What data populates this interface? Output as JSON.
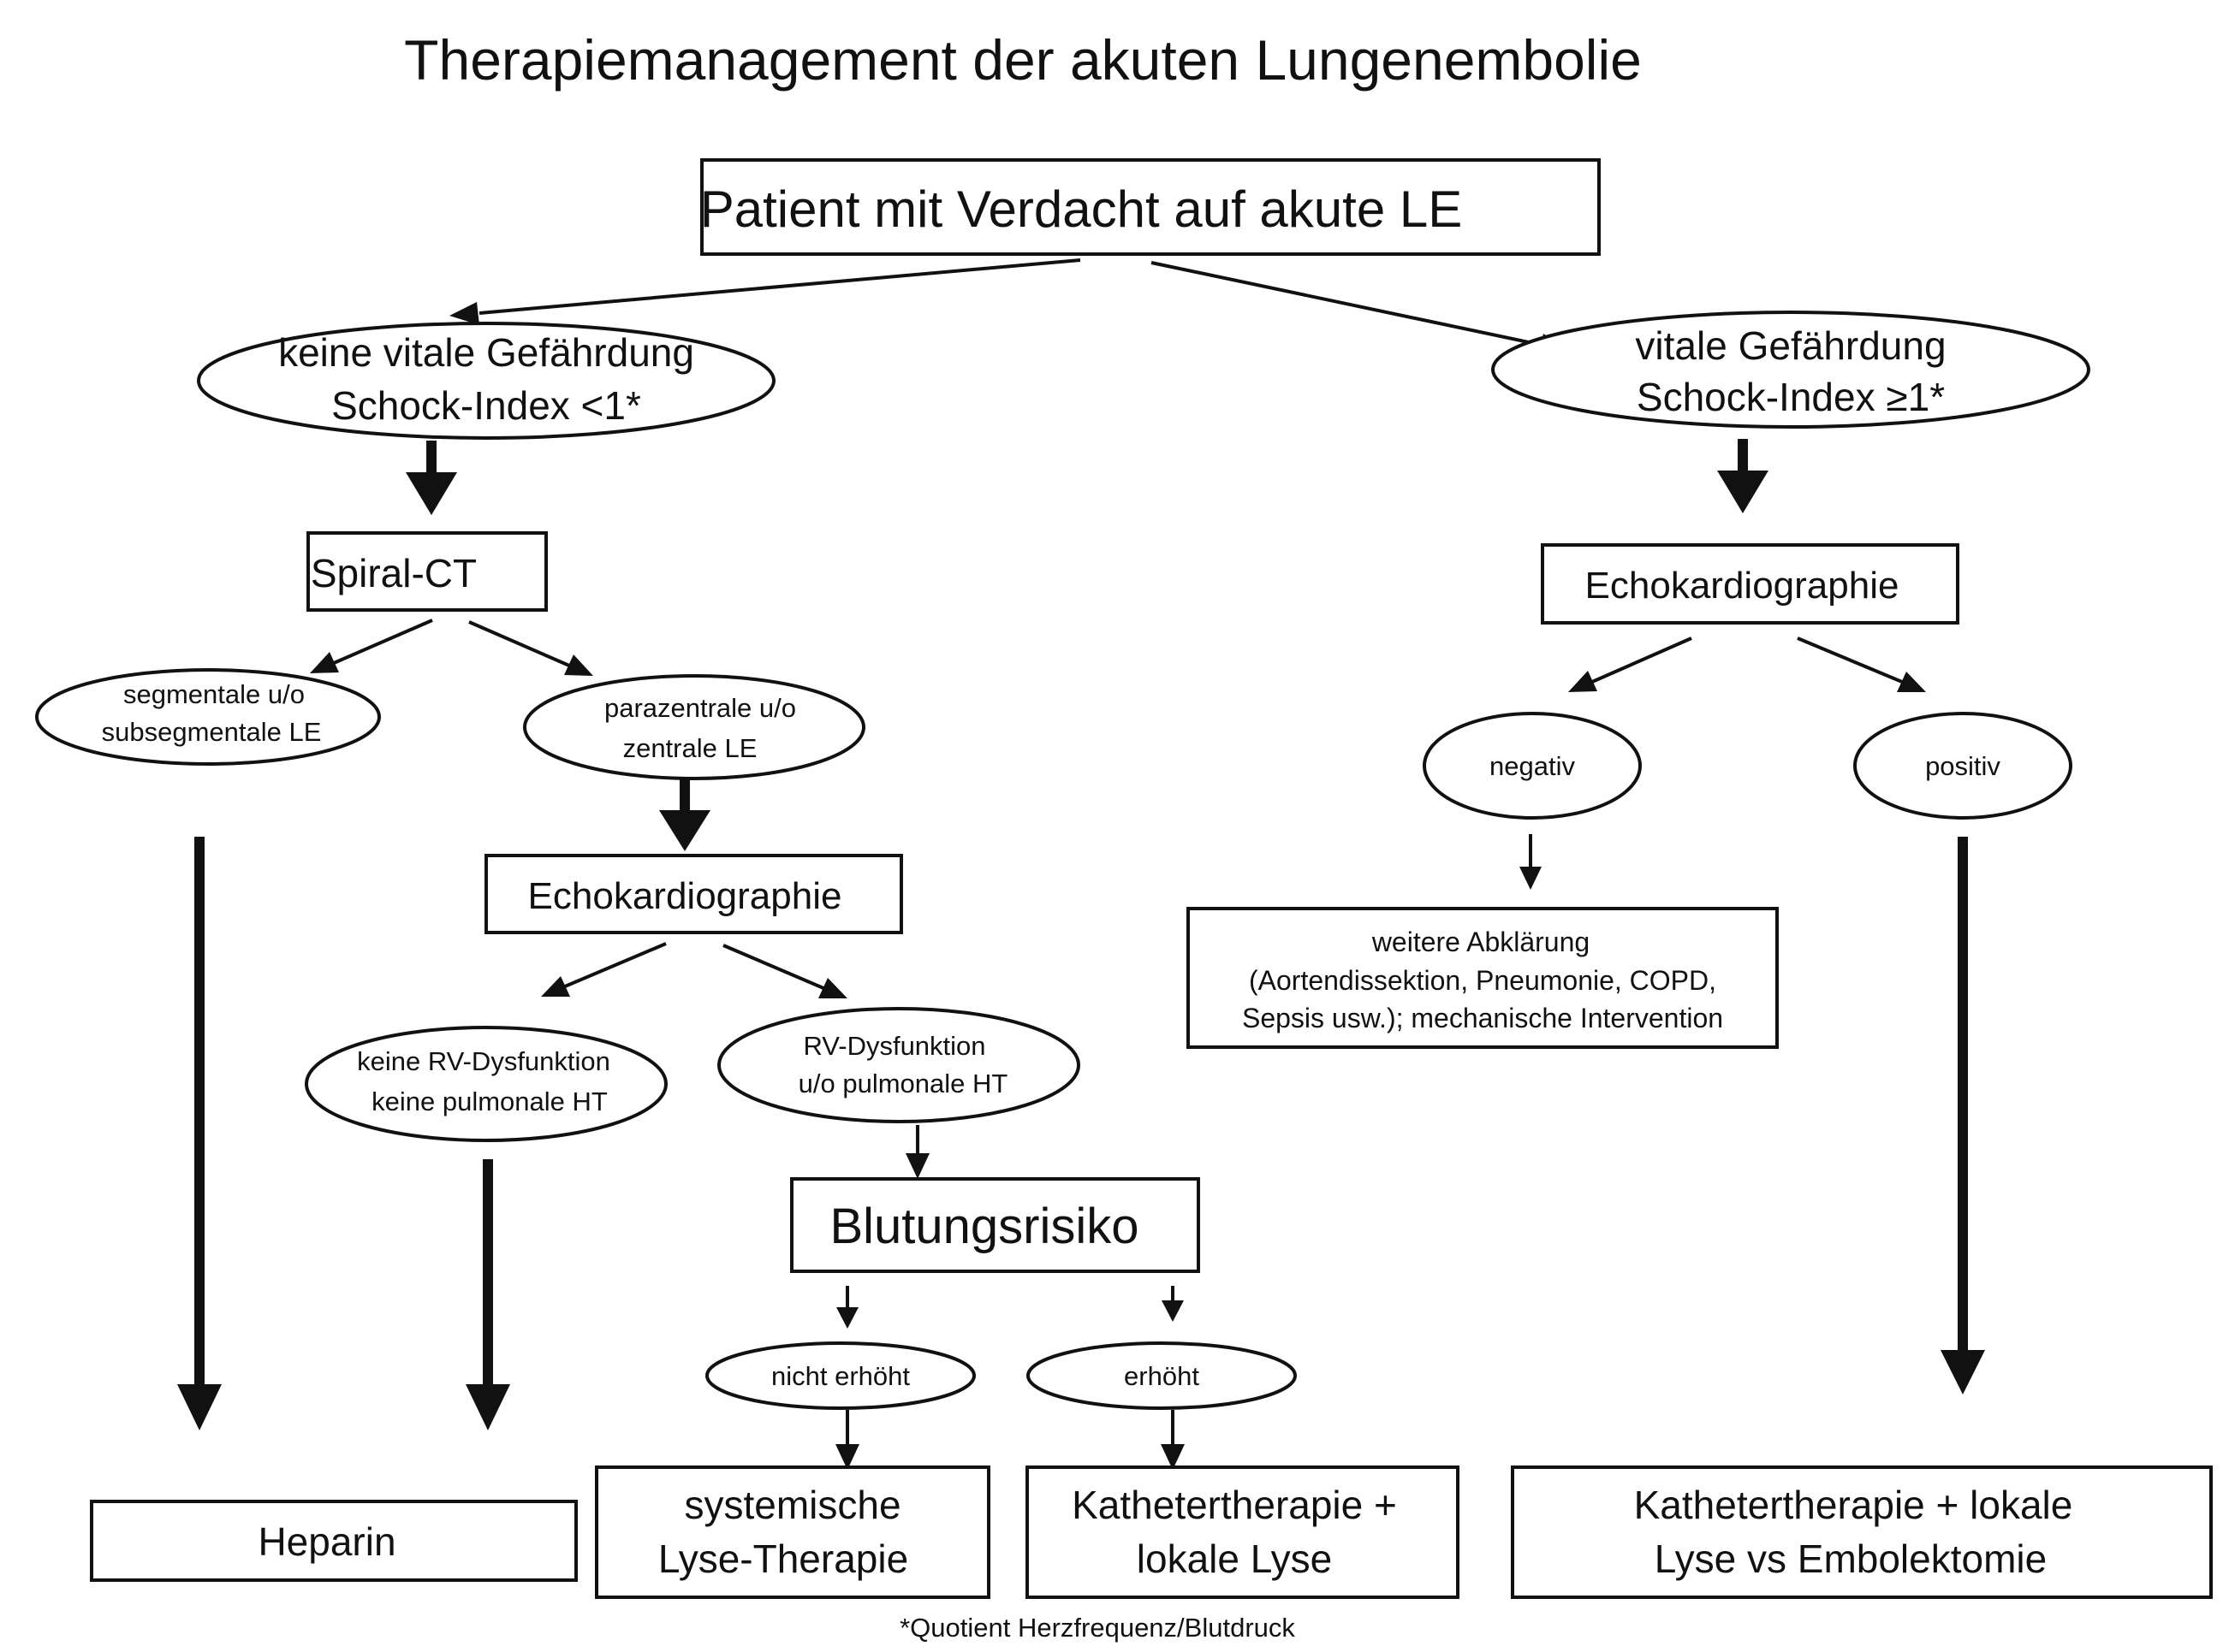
{
  "title": "Therapiemanagement der akuten Lungenembolie",
  "footnote": "*Quotient Herzfrequenz/Blutdruck",
  "nodes": {
    "start": [
      "Patient mit Verdacht auf akute LE"
    ],
    "no_vital_risk": [
      "keine vitale Gefährdung",
      "Schock-Index <1*"
    ],
    "vital_risk": [
      "vitale Gefährdung",
      "Schock-Index ≥1*"
    ],
    "spiral_ct": [
      "Spiral-CT"
    ],
    "segmental": [
      "segmentale u/o",
      "subsegmentale LE"
    ],
    "central": [
      "parazentrale u/o",
      "zentrale LE"
    ],
    "echo_left": [
      "Echokardiographie"
    ],
    "echo_right": [
      "Echokardiographie"
    ],
    "no_rv": [
      "keine RV-Dysfunktion",
      "keine pulmonale HT"
    ],
    "rv": [
      "RV-Dysfunktion",
      "u/o pulmonale HT"
    ],
    "bleeding": [
      "Blutungsrisiko"
    ],
    "not_elevated": [
      "nicht erhöht"
    ],
    "elevated": [
      "erhöht"
    ],
    "negative": [
      "negativ"
    ],
    "positive": [
      "positiv"
    ],
    "further": [
      "weitere Abklärung",
      "(Aortendissektion, Pneumonie, COPD,",
      "Sepsis usw.); mechanische Intervention"
    ],
    "heparin": [
      "Heparin"
    ],
    "systemic": [
      "systemische",
      "Lyse-Therapie"
    ],
    "catheter_local": [
      "Kathetertherapie +",
      "lokale Lyse"
    ],
    "catheter_embolectomy": [
      "Kathetertherapie + lokale",
      "Lyse vs Embolektomie"
    ]
  }
}
